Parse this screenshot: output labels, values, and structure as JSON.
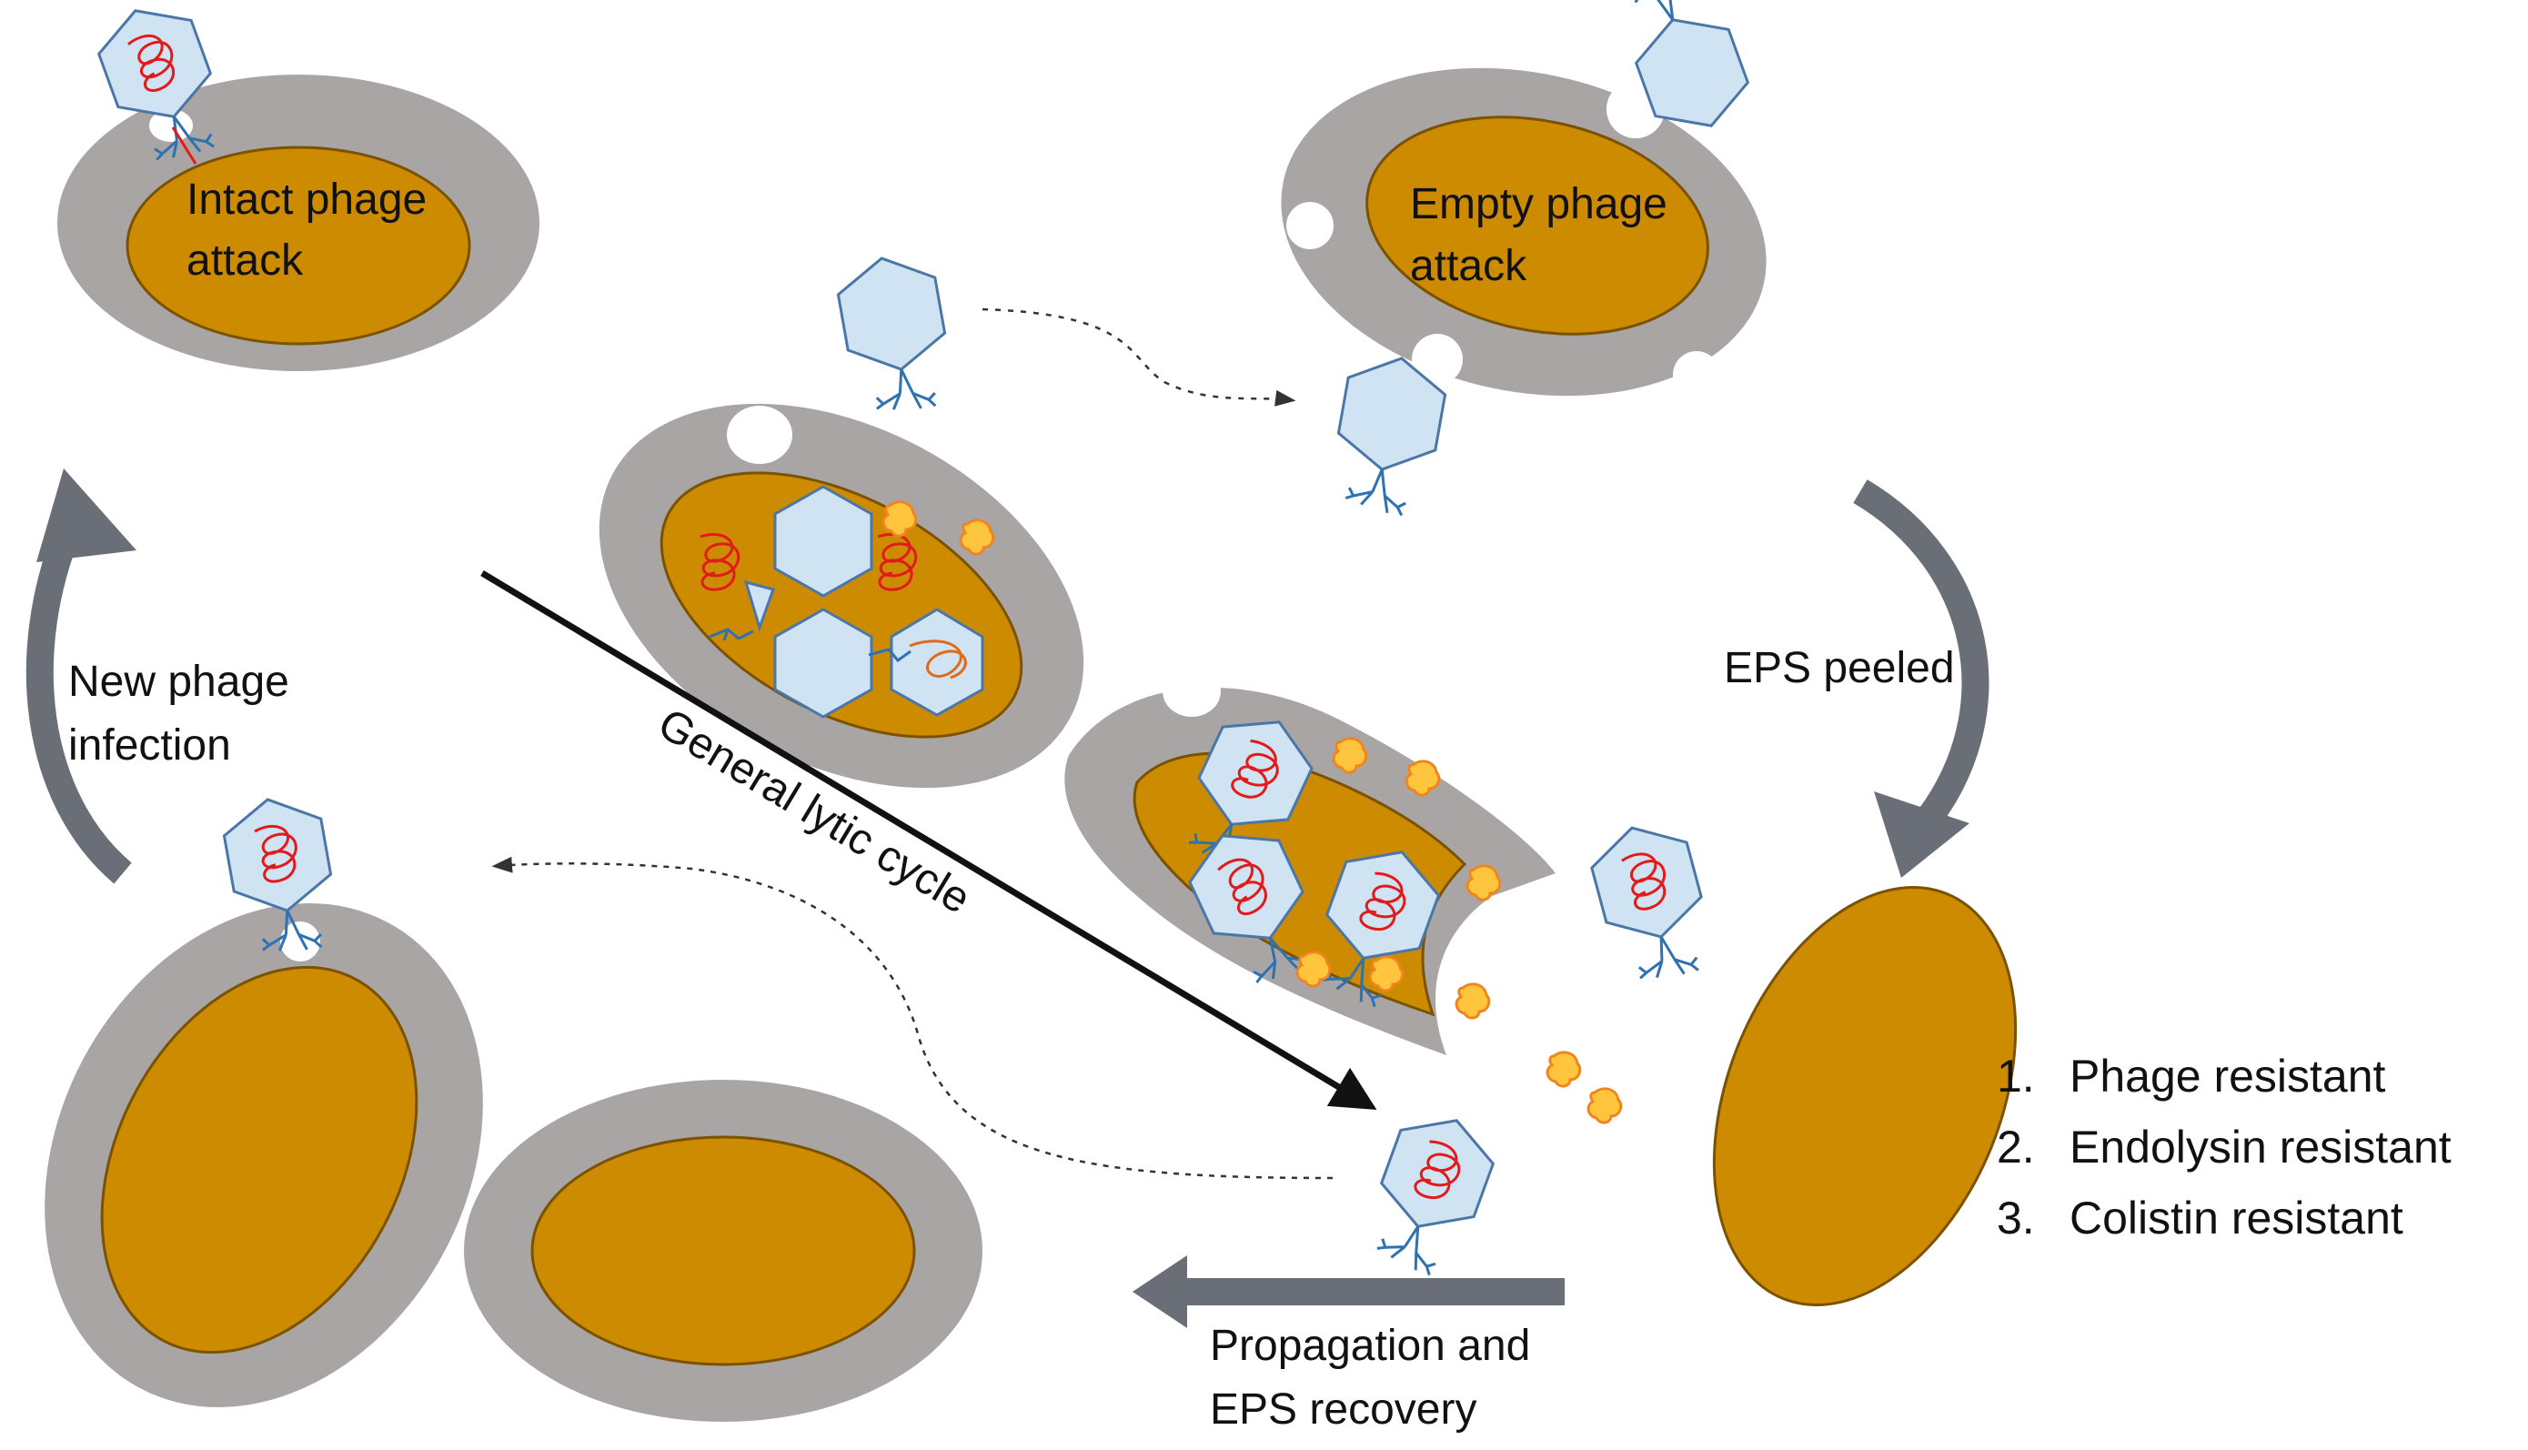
{
  "labels": {
    "intact_attack": [
      "Intact phage",
      "attack"
    ],
    "empty_attack": [
      "Empty phage",
      "attack"
    ],
    "new_infection": [
      "New phage",
      "infection"
    ],
    "lytic_cycle": "General lytic cycle",
    "eps_peeled": "EPS peeled",
    "propagation": [
      "Propagation and",
      "EPS recovery"
    ]
  },
  "resistance_list": [
    {
      "number": "1.",
      "text": "Phage resistant"
    },
    {
      "number": "2.",
      "text": "Endolysin resistant"
    },
    {
      "number": "3.",
      "text": "Colistin resistant"
    }
  ],
  "colors": {
    "capsule": "#aaa5a5",
    "cell": "#cc8b00",
    "cell_outline": "#7a5200",
    "phage_head": "#cfe3f3",
    "phage_outline": "#4a76a8",
    "dna": "#e21a1a",
    "dna_alt": "#e06a1a",
    "endolysin": "#ffc53d",
    "endolysin_outline": "#f0851f",
    "arrow_gray": "#6a6e76",
    "arrow_black": "#111111"
  }
}
